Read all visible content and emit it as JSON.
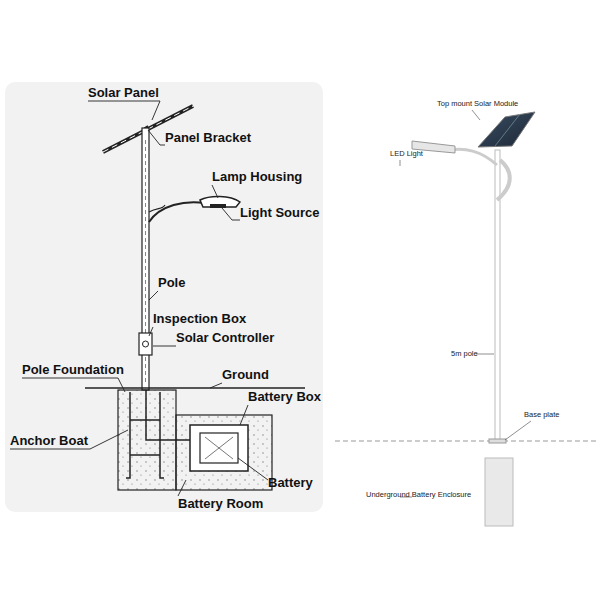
{
  "diagram": {
    "labels": [
      "Solar Panel",
      "Panel Bracket",
      "Lamp Housing",
      "Light Source",
      "Pole",
      "Inspection Box",
      "Solar Controller",
      "Pole Foundation",
      "Ground",
      "Battery Box",
      "Anchor Boat",
      "Battery",
      "Battery Room",
      "Top mount Solar Module",
      "LED Light",
      "5m pole",
      "Base plate",
      "Underground Battery Enclosure"
    ]
  }
}
